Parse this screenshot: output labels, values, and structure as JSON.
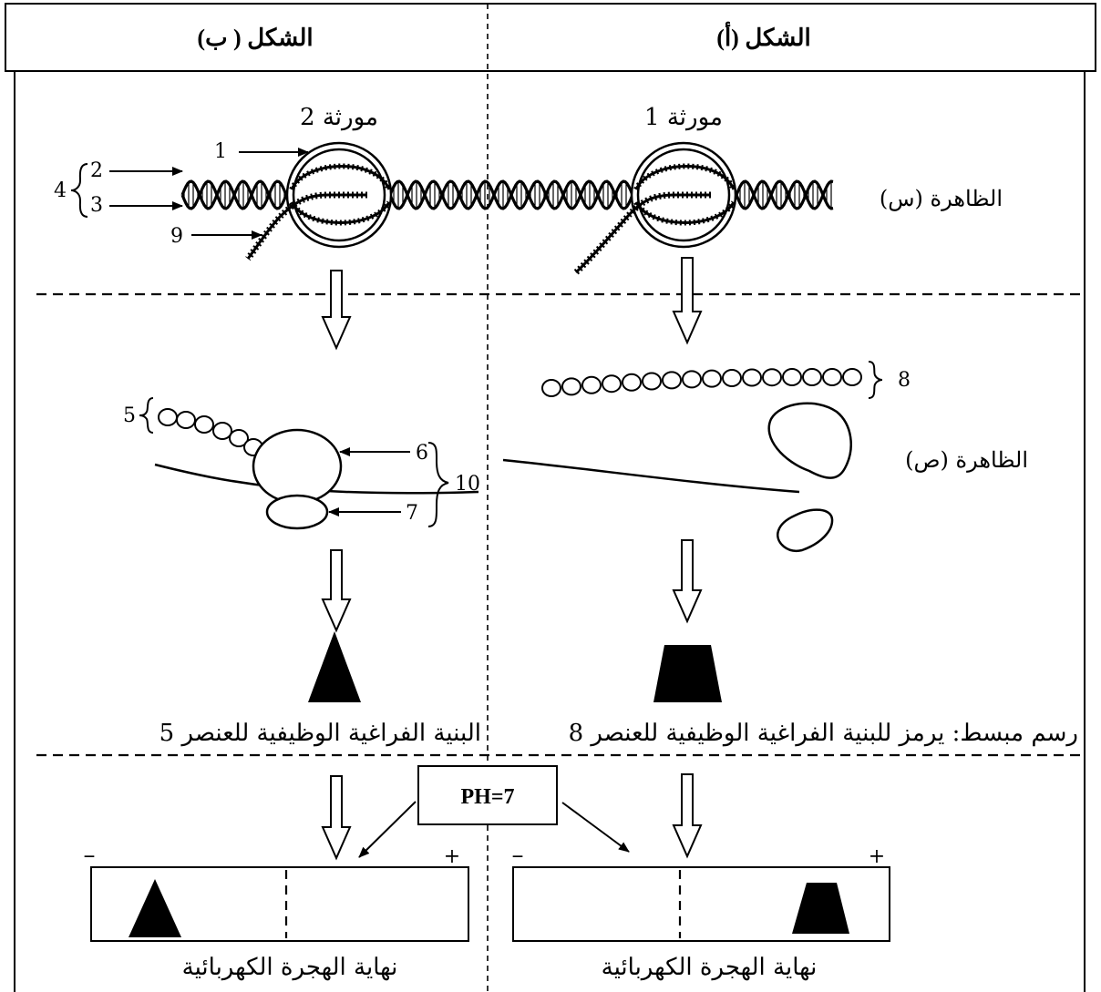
{
  "header": {
    "right_title": "الشكل (أ)",
    "left_title": "الشكل ( ب)"
  },
  "right_panel": {
    "gene_label": "مورثة 1",
    "phenomenon_x": "الظاهرة (س)",
    "chain_label": "8",
    "phenomenon_y": "الظاهرة (ص)",
    "caption": "رسم مبسط: يرمز للبنية الفراغية الوظيفية للعنصر 8",
    "electro_minus": "–",
    "electro_plus": "+",
    "electro_end": "نهاية الهجرة الكهربائية"
  },
  "left_panel": {
    "gene_label": "مورثة 2",
    "labels": {
      "n1": "1",
      "n2": "2",
      "n3": "3",
      "n4": "4",
      "n5": "5",
      "n6": "6",
      "n7": "7",
      "n9": "9",
      "n10": "10"
    },
    "caption": "البنية الفراغية الوظيفية للعنصر 5",
    "electro_minus": "–",
    "electro_plus": "+",
    "electro_end": "نهاية الهجرة الكهربائية"
  },
  "ph_box": "PH=7",
  "colors": {
    "ink": "#000000",
    "background": "#ffffff"
  }
}
